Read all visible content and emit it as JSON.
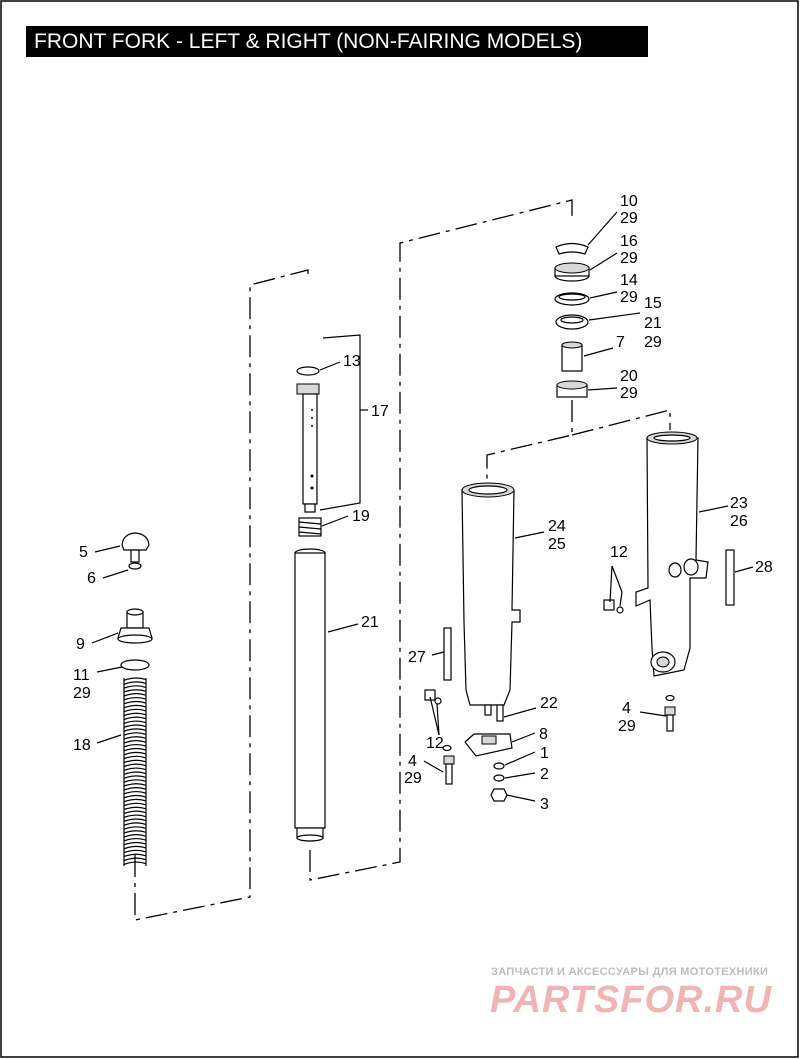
{
  "title": "FRONT FORK - LEFT & RIGHT (NON-FAIRING MODELS)",
  "callouts": {
    "c10": "10",
    "c29a": "29",
    "c16": "16",
    "c29b": "29",
    "c14": "14",
    "c29c": "29",
    "c15": "15",
    "c21a": "21",
    "c29d": "29",
    "c7": "7",
    "c20": "20",
    "c29e": "29",
    "c13": "13",
    "c17": "17",
    "c19": "19",
    "c21b": "21",
    "c5": "5",
    "c6": "6",
    "c9": "9",
    "c11": "11",
    "c29f": "29",
    "c18": "18",
    "c24": "24",
    "c25": "25",
    "c23": "23",
    "c26": "26",
    "c12a": "12",
    "c28": "28",
    "c27": "27",
    "c22": "22",
    "c12b": "12",
    "c8": "8",
    "c4a": "4",
    "c29g": "29",
    "c1": "1",
    "c2": "2",
    "c3": "3",
    "c4b": "4",
    "c29h": "29"
  },
  "watermark": {
    "subtitle": "ЗАПЧАСТИ И АКСЕССУАРЫ ДЛЯ МОТОТЕХНИКИ",
    "brand": "PARTSFOR.RU"
  }
}
